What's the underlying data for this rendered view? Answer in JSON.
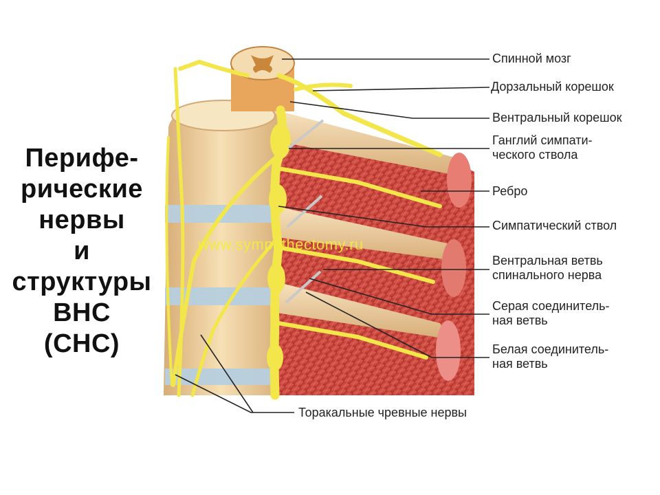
{
  "title": {
    "lines": [
      "Перифе-",
      "рические",
      "нервы",
      "и",
      "структуры",
      "ВНС",
      "(СНС)"
    ]
  },
  "watermark": "www.sympathectomy.ru",
  "labels": {
    "spinal_cord": "Спинной мозг",
    "dorsal_root": "Дорзальный корешок",
    "ventral_root": "Вентральный корешок",
    "ganglion_line1": "Ганглий симпати-",
    "ganglion_line2": "ческого ствола",
    "rib": "Ребро",
    "sympathetic_trunk": "Симпатический ствол",
    "ventral_branch_line1": "Вентральная ветвь",
    "ventral_branch_line2": "спинального нерва",
    "gray_ramus_line1": "Серая соединитель-",
    "gray_ramus_line2": "ная ветвь",
    "white_ramus_line1": "Белая соединитель-",
    "white_ramus_line2": "ная ветвь",
    "thoracic_splanchnic": "Торакальные чревные нервы"
  },
  "colors": {
    "nerve": "#f2e64a",
    "nerve_dark": "#d9c935",
    "bone": "#f1d6a6",
    "bone_dark": "#d9b07a",
    "disc": "#a9c6d8",
    "muscle": "#c9423a",
    "muscle_light": "#e0786c",
    "rib_end": "#f0a5a0",
    "cord_gray": "#c8873a",
    "leader": "#222222"
  }
}
